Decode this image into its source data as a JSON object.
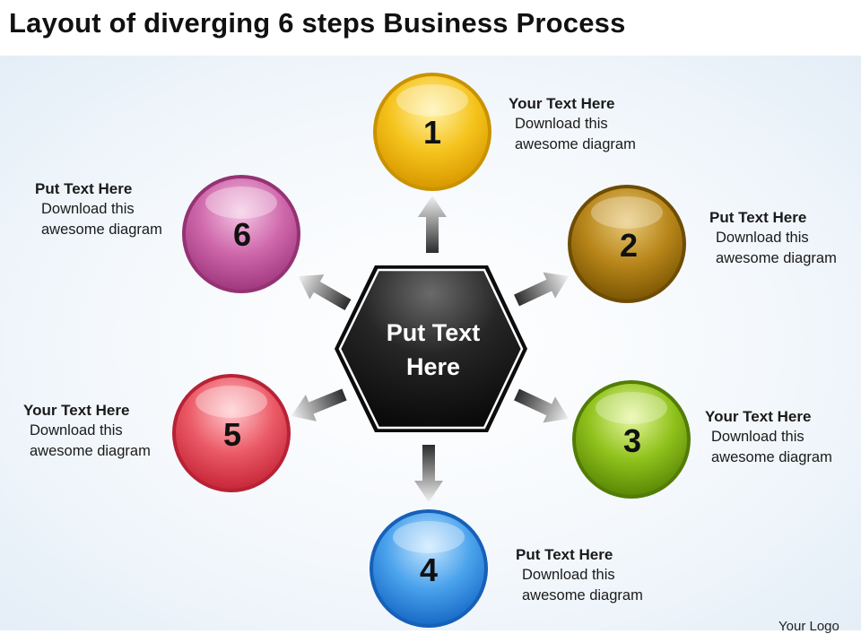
{
  "title": "Layout of diverging 6 steps Business Process",
  "hub": {
    "line1": "Put Text",
    "line2": "Here"
  },
  "steps": [
    {
      "number": "1",
      "color": "#f2b600",
      "heading": "Your Text Here",
      "line1": "Download this",
      "line2": "awesome diagram"
    },
    {
      "number": "2",
      "color": "#a8780c",
      "heading": "Put Text Here",
      "line1": "Download this",
      "line2": "awesome diagram"
    },
    {
      "number": "3",
      "color": "#7aae12",
      "heading": "Your Text Here",
      "line1": "Download this",
      "line2": "awesome diagram"
    },
    {
      "number": "4",
      "color": "#2f8ee0",
      "heading": "Put Text Here",
      "line1": "Download this",
      "line2": "awesome diagram"
    },
    {
      "number": "5",
      "color": "#e0424f",
      "heading": "Your Text Here",
      "line1": "Download this",
      "line2": "awesome diagram"
    },
    {
      "number": "6",
      "color": "#c0509a",
      "heading": "Put Text Here",
      "line1": "Download this",
      "line2": "awesome diagram"
    }
  ],
  "logo": "Your Logo"
}
